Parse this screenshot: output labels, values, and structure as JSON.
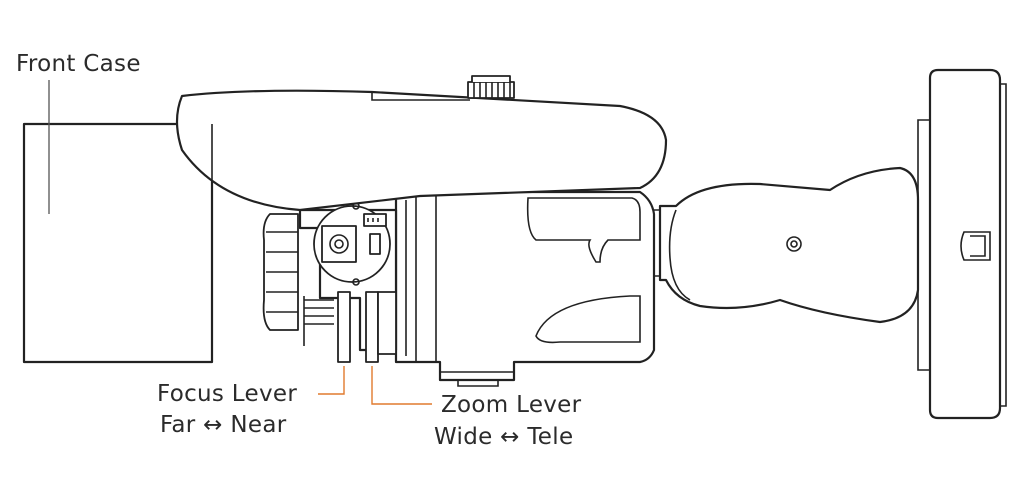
{
  "labels": {
    "front_case": "Front Case",
    "focus_lever": "Focus Lever",
    "focus_range": "Far ↔ Near",
    "zoom_lever": "Zoom Lever",
    "zoom_range": "Wide ↔ Tele"
  },
  "colors": {
    "outline": "#222222",
    "leader_accent": "#e07a2e",
    "leader_gray": "#555555",
    "text": "#2b2b2b"
  },
  "parts": [
    "front-case",
    "sun-shield",
    "lens-adjust-module",
    "camera-body",
    "mount-arm",
    "wall-base-plate",
    "top-screw-knob"
  ]
}
